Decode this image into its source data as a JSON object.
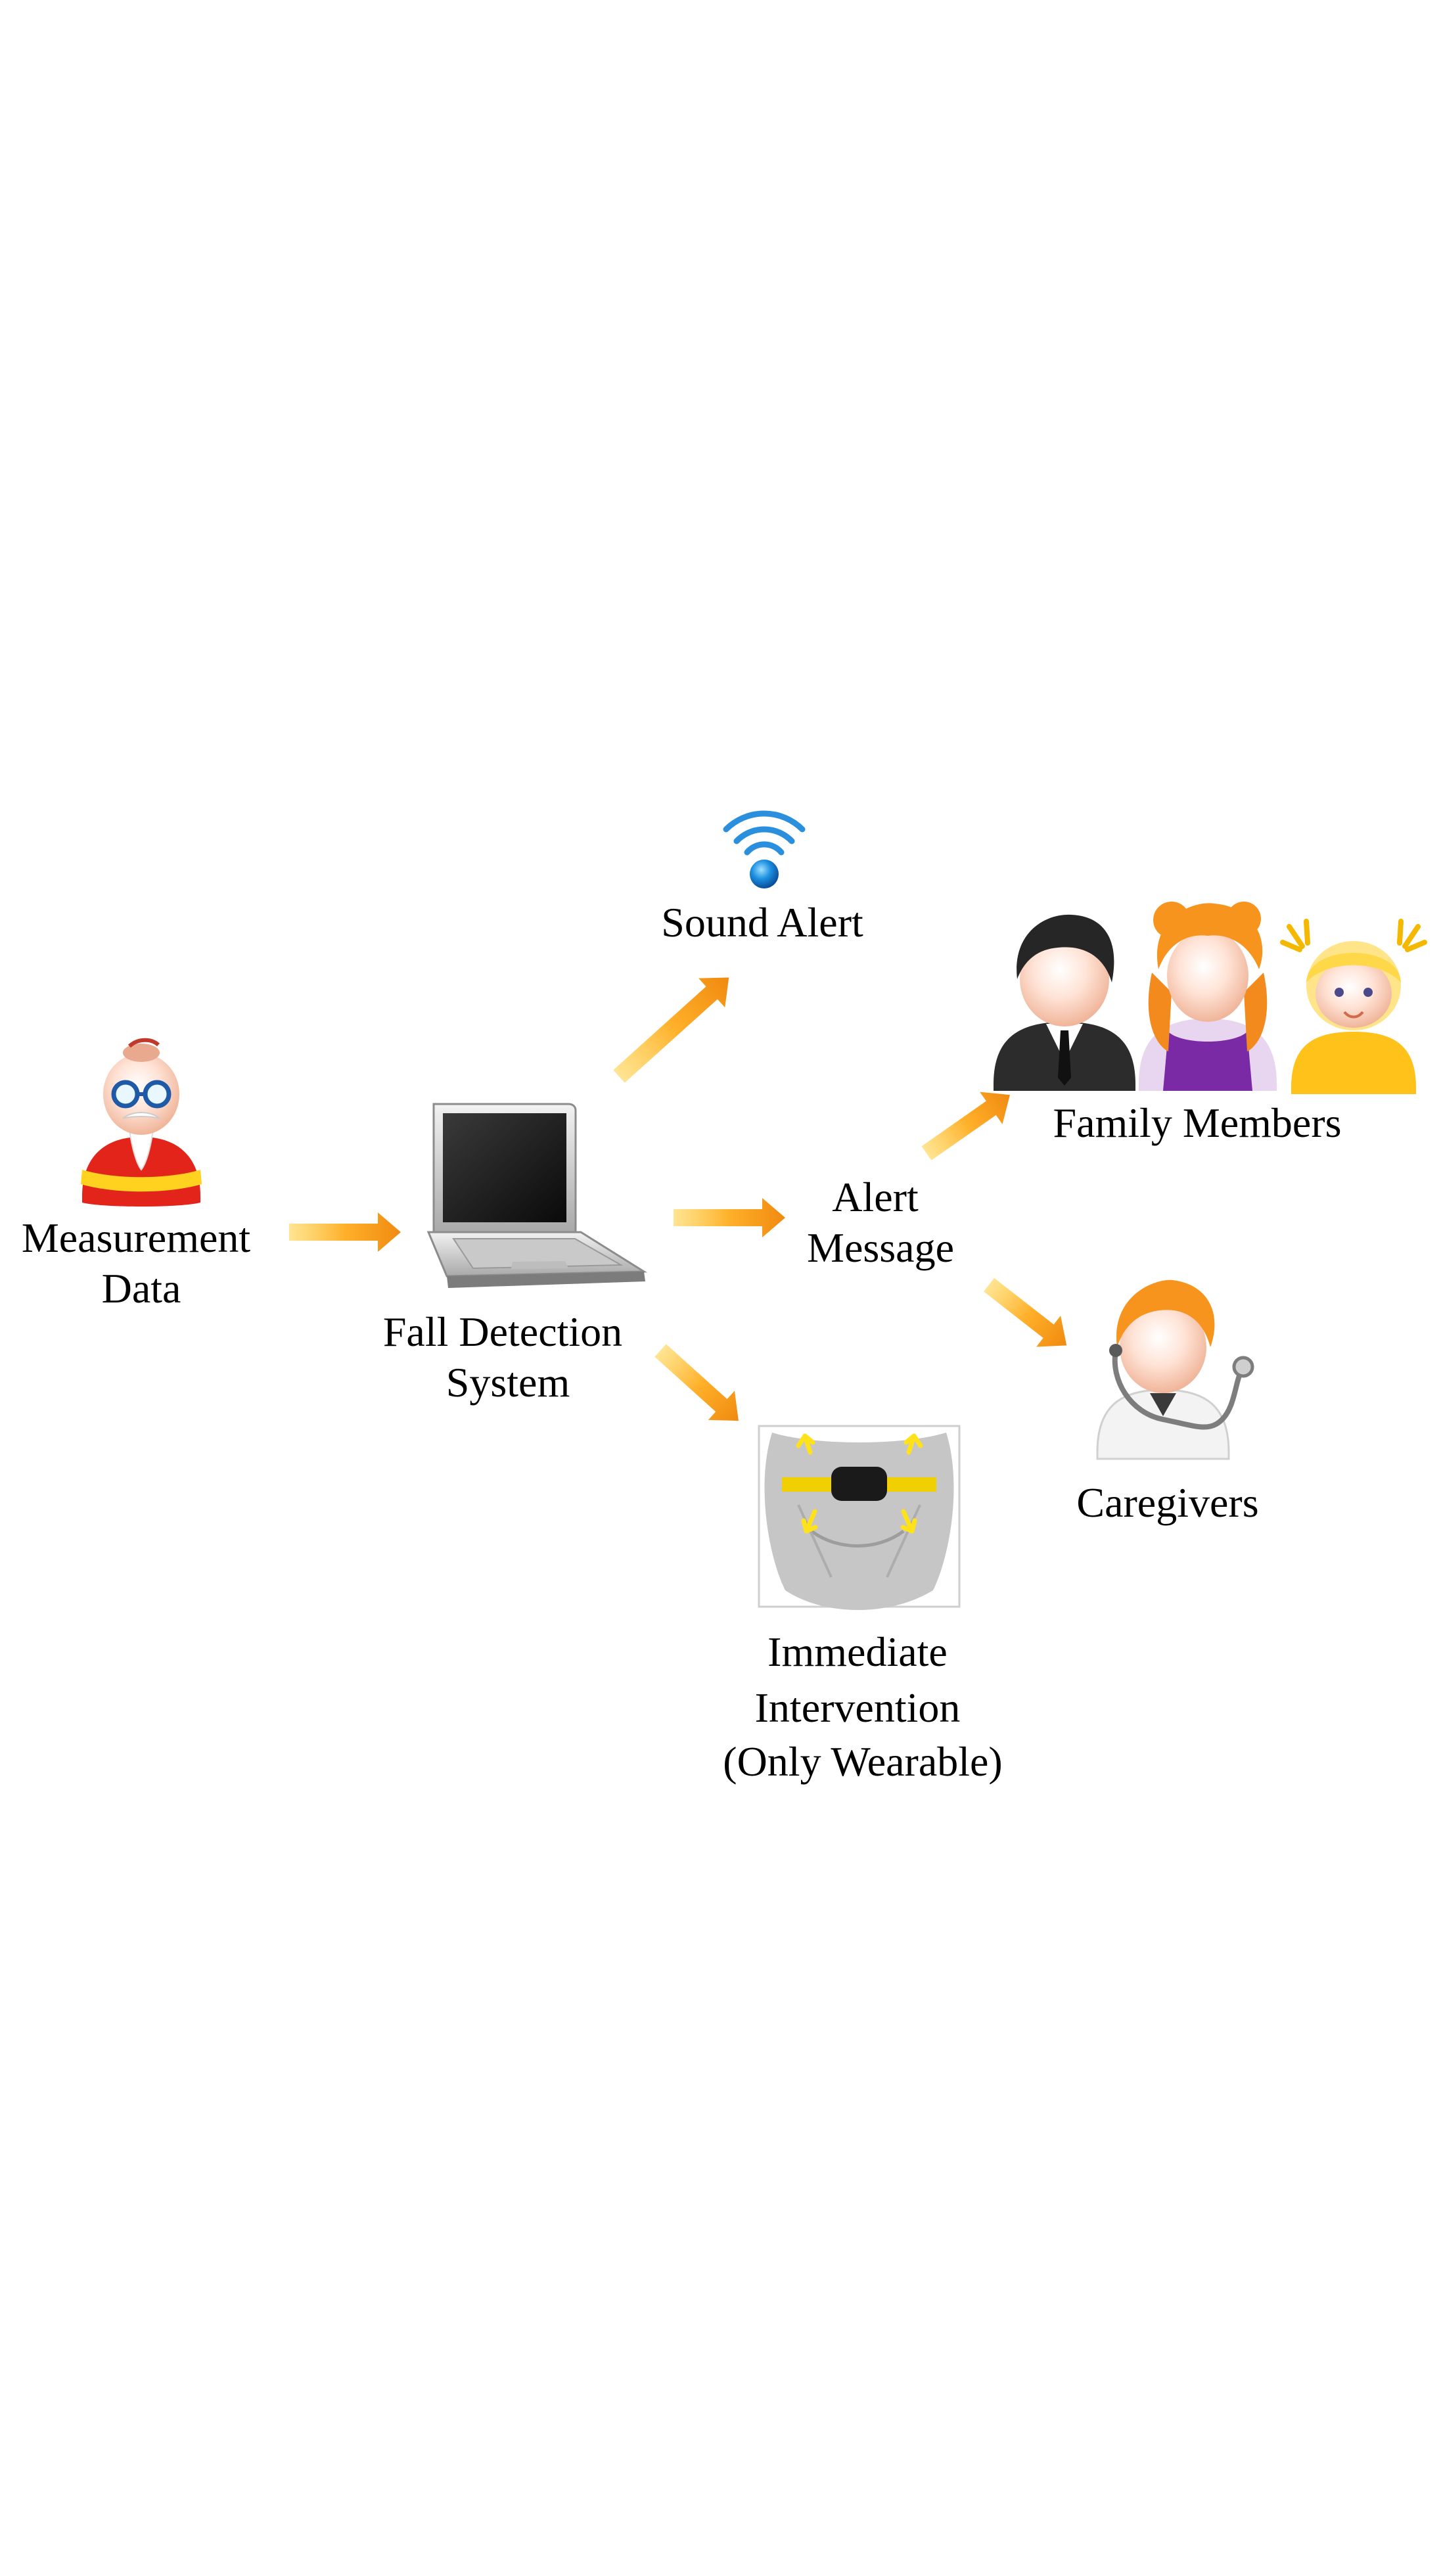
{
  "labels": {
    "measurement_data": [
      "Measurement",
      "Data"
    ],
    "fall_detection_system": [
      "Fall Detection",
      "System"
    ],
    "sound_alert": [
      "Sound Alert"
    ],
    "alert_message": [
      "Alert",
      "Message"
    ],
    "family_members": [
      "Family Members"
    ],
    "caregivers": [
      "Caregivers"
    ],
    "immediate_intervention": [
      "Immediate",
      "Intervention",
      "(Only Wearable)"
    ]
  },
  "icons": {
    "measurement_data": "elderly-person-icon",
    "fall_detection_system": "laptop-icon",
    "sound_alert": "wireless-signal-icon",
    "family_members": "family-people-icon",
    "caregivers": "caregiver-doctor-icon",
    "immediate_intervention": "wearable-airbag-icon"
  },
  "colors": {
    "arrow": "#f5a11c",
    "arrow_light": "#ffd24a",
    "wifi": "#2a8fdc",
    "elder_robe": "#e8271d",
    "elder_sash": "#ffd21f"
  }
}
